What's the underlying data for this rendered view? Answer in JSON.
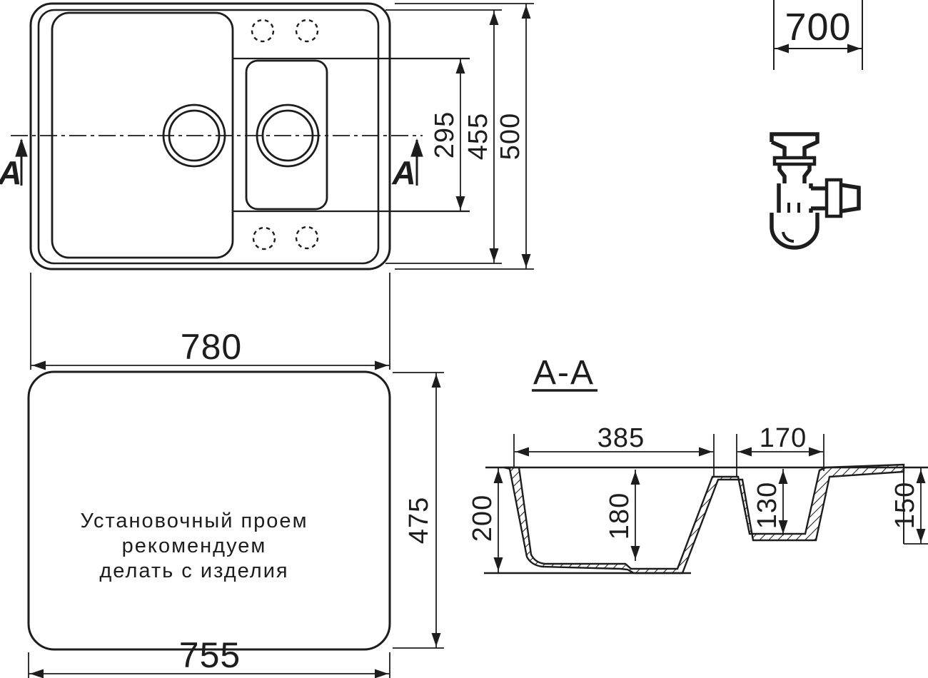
{
  "page": {
    "background": "#ffffff",
    "line_color": "#1d1d1d"
  },
  "top_view": {
    "section_label_left": "A",
    "section_label_right": "A",
    "dim_overall_width": "780",
    "dim_overall_depth": "500",
    "dim_rim_depth": "455",
    "dim_small_bowl_band": "295"
  },
  "cabinet": {
    "dim_width": "700"
  },
  "cutout": {
    "dim_width": "755",
    "dim_depth": "475",
    "note_line1": "Установочный проем",
    "note_line2": "рекомендуем",
    "note_line3": "делать с изделия"
  },
  "section": {
    "title": "A-A",
    "dim_big_bowl_width": "385",
    "dim_small_bowl_width": "170",
    "dim_overall_height": "200",
    "dim_big_bowl_depth": "180",
    "dim_small_bowl_depth": "130",
    "dim_right_height": "150"
  }
}
